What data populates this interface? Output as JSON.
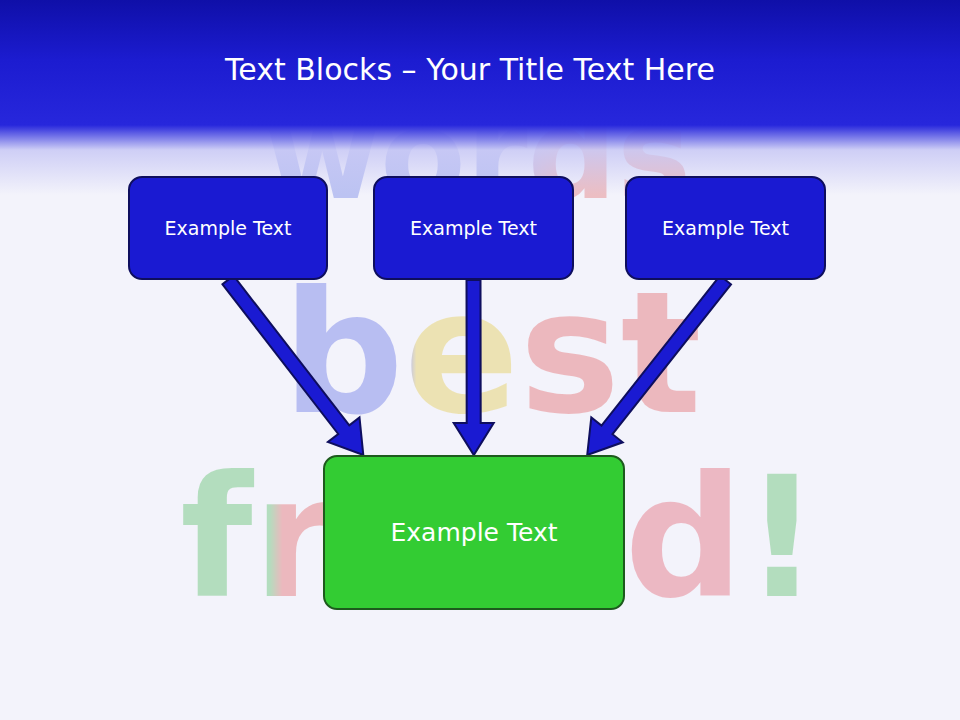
{
  "diagram": {
    "title": "Text Blocks – Your Title Text Here",
    "nodes": [
      {
        "text": [
          "Example Text"
        ]
      },
      {
        "text": [
          "Example Text"
        ]
      },
      {
        "text": [
          "Example Text"
        ]
      },
      {
        "text": [
          "Example Text"
        ]
      }
    ],
    "edges": [
      {
        "from": 0,
        "to": 3,
        "arrow": "to"
      },
      {
        "from": 1,
        "to": 3,
        "arrow": "to"
      },
      {
        "from": 2,
        "to": 3,
        "arrow": "to"
      }
    ],
    "labels": [
      "words",
      "best",
      "friend!"
    ]
  }
}
